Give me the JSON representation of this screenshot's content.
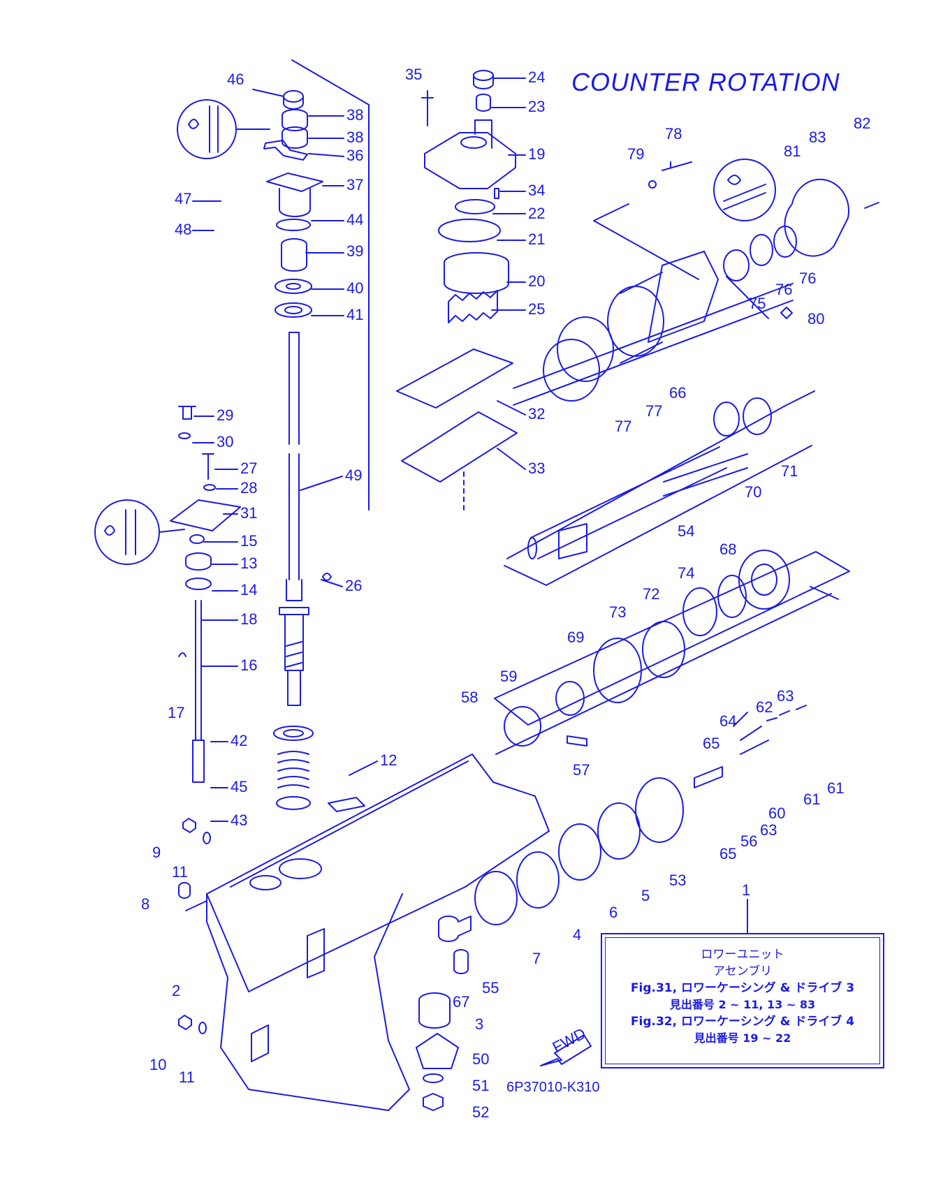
{
  "title": "COUNTER ROTATION",
  "code": "6P37010-K310",
  "fwd_label": "FWD",
  "info": {
    "line1": "ロワーユニット",
    "line2": "アセンブリ",
    "fig1": "Fig.31, ロワーケーシング & ドライブ 3",
    "fig1_sub": "見出番号 2 ~ 11, 13 ~ 83",
    "fig2": "Fig.32, ロワーケーシング & ドライブ 4",
    "fig2_sub": "見出番号 19 ~ 22"
  },
  "labels": [
    "46",
    "38",
    "38",
    "36",
    "37",
    "47",
    "48",
    "44",
    "39",
    "40",
    "41",
    "35",
    "24",
    "23",
    "19",
    "34",
    "22",
    "21",
    "20",
    "25",
    "32",
    "33",
    "78",
    "79",
    "82",
    "83",
    "81",
    "76",
    "76",
    "75",
    "80",
    "66",
    "77",
    "77",
    "71",
    "70",
    "29",
    "30",
    "27",
    "28",
    "31",
    "15",
    "13",
    "14",
    "18",
    "16",
    "17",
    "26",
    "49",
    "54",
    "68",
    "74",
    "72",
    "73",
    "69",
    "59",
    "58",
    "57",
    "63",
    "62",
    "64",
    "65",
    "61",
    "61",
    "60",
    "63",
    "56",
    "65",
    "53",
    "5",
    "6",
    "4",
    "7",
    "42",
    "45",
    "43",
    "12",
    "9",
    "11",
    "8",
    "2",
    "10",
    "11",
    "55",
    "67",
    "3",
    "50",
    "51",
    "52",
    "1"
  ],
  "colors": {
    "ink": "#1a1ae6"
  },
  "icons": [
    "grease-icon",
    "fwd-arrow-icon"
  ]
}
